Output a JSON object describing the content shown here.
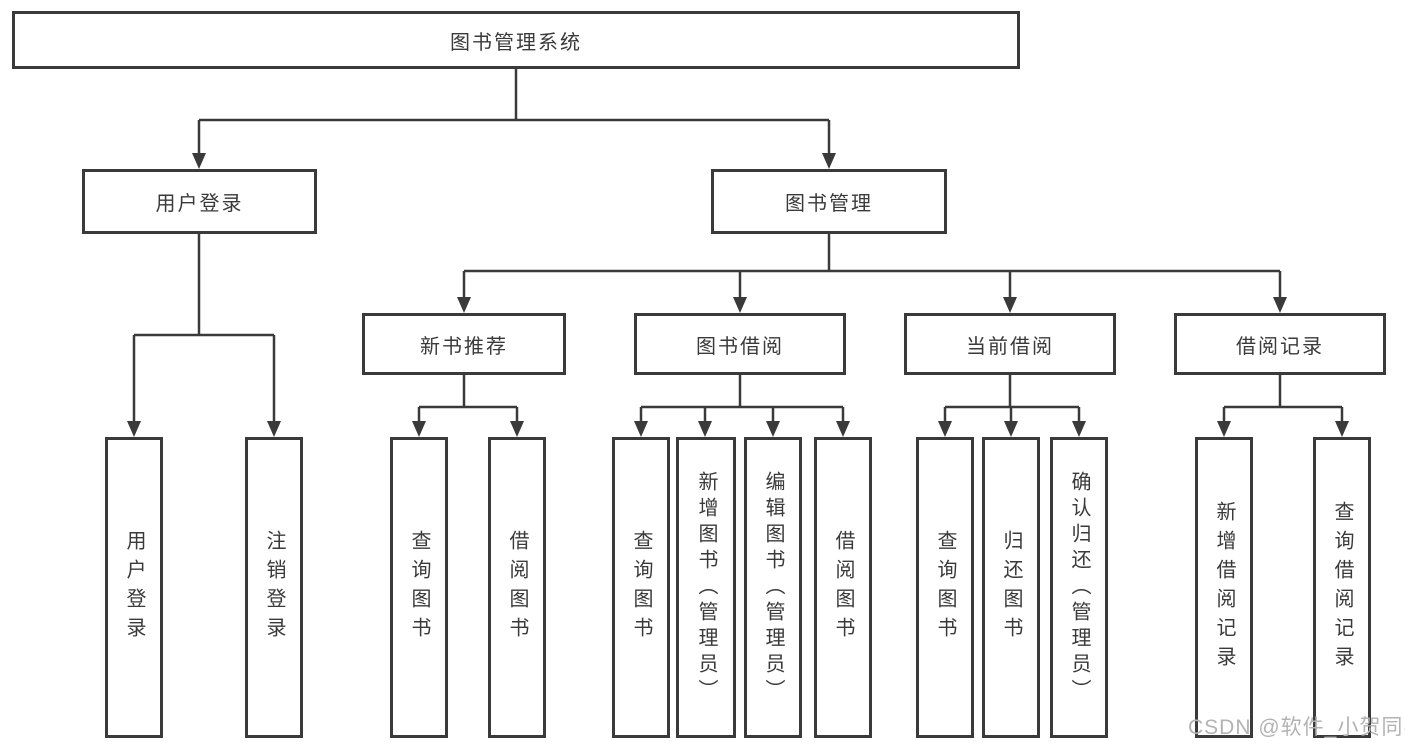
{
  "diagram": {
    "title": "图书管理系统",
    "tree": {
      "label": "图书管理系统",
      "children": [
        {
          "label": "用户登录",
          "children": [
            {
              "label": "用户登录"
            },
            {
              "label": "注销登录"
            }
          ]
        },
        {
          "label": "图书管理",
          "children": [
            {
              "label": "新书推荐",
              "children": [
                {
                  "label": "查询图书"
                },
                {
                  "label": "借阅图书"
                }
              ]
            },
            {
              "label": "图书借阅",
              "children": [
                {
                  "label": "查询图书"
                },
                {
                  "label": "新增图书（管理员）"
                },
                {
                  "label": "编辑图书（管理员）"
                },
                {
                  "label": "借阅图书"
                }
              ]
            },
            {
              "label": "当前借阅",
              "children": [
                {
                  "label": "查询图书"
                },
                {
                  "label": "归还图书"
                },
                {
                  "label": "确认归还（管理员）"
                }
              ]
            },
            {
              "label": "借阅记录",
              "children": [
                {
                  "label": "新增借阅记录"
                },
                {
                  "label": "查询借阅记录"
                }
              ]
            }
          ]
        }
      ]
    },
    "watermark": "CSDN @软件_小贺同学",
    "colors": {
      "line": "#3a3a3a",
      "text": "#3a3a3a",
      "watermark": "#b3b3b3",
      "background": "#ffffff"
    }
  }
}
